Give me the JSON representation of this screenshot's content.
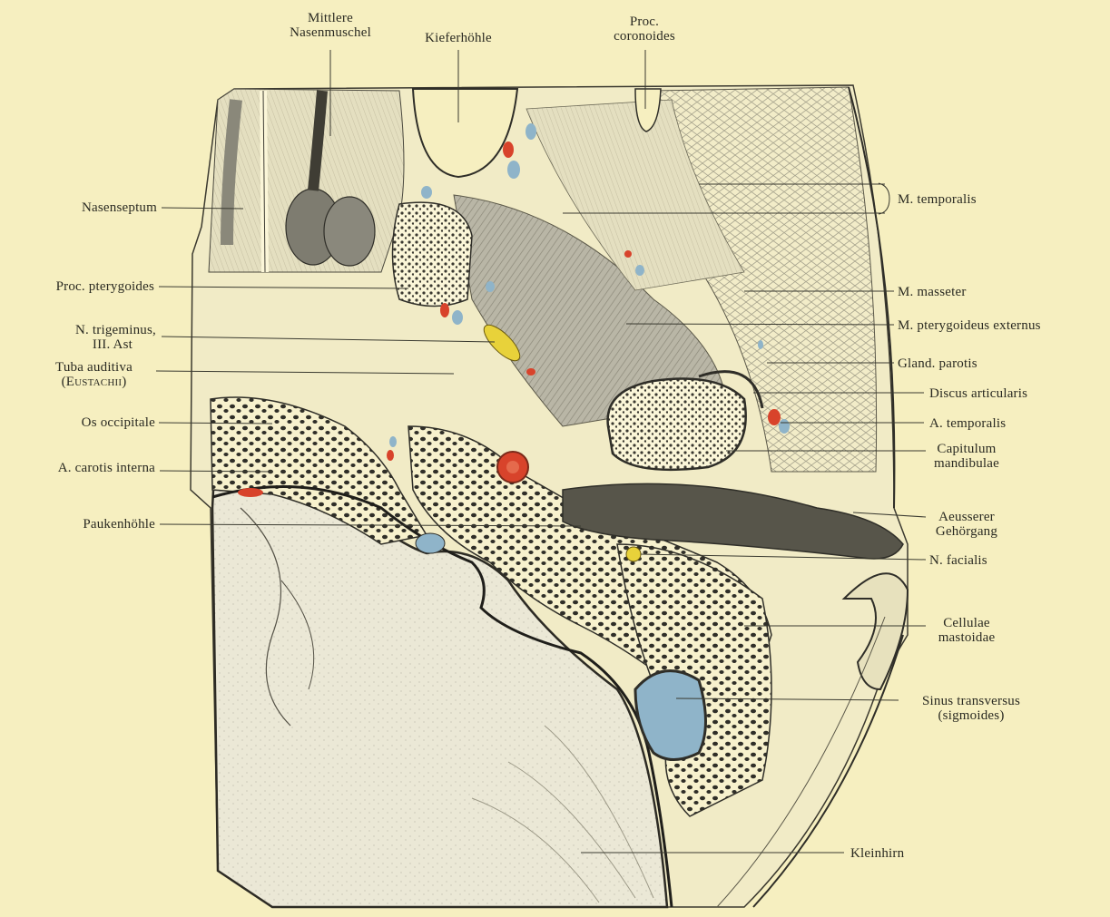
{
  "labels": {
    "mittlere_line1": "Mittlere",
    "mittlere_line2": "Nasenmuschel",
    "kieferhoehle": "Kieferhöhle",
    "proc_coronoides_line1": "Proc.",
    "proc_coronoides_line2": "coronoides",
    "nasenseptum": "Nasenseptum",
    "proc_pterygoides": "Proc. pterygoides",
    "n_trigeminus_line1": "N. trigeminus,",
    "n_trigeminus_line2": "III. Ast",
    "tuba_line1": "Tuba auditiva",
    "tuba_line2": "(Eustachii)",
    "os_occipitale": "Os occipitale",
    "a_carotis": "A. carotis interna",
    "paukenhoehle": "Paukenhöhle",
    "m_temporalis": "M. temporalis",
    "m_masseter": "M. masseter",
    "m_pterygoideus": "M. pterygoideus externus",
    "gland_parotis": "Gland. parotis",
    "discus": "Discus articularis",
    "a_temporalis": "A. temporalis",
    "capitulum_line1": "Capitulum",
    "capitulum_line2": "mandibulae",
    "aeusserer_line1": "Aeusserer",
    "aeusserer_line2": "Gehörgang",
    "n_facialis": "N. facialis",
    "cellulae_line1": "Cellulae",
    "cellulae_line2": "mastoidae",
    "sinus_line1": "Sinus transversus",
    "sinus_line2": "(sigmoides)",
    "kleinhirn": "Kleinhirn"
  },
  "colors": {
    "paper": "#f6efc0",
    "artery": "#d8432b",
    "vein": "#8fb4c9",
    "nerve": "#e8d23a",
    "muscle": "#a8a496",
    "bone": "#fbf6d8",
    "ink": "#2a2a22"
  }
}
